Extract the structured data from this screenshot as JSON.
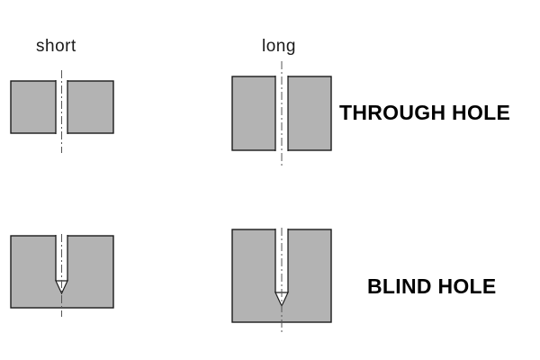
{
  "diagram": {
    "column_labels": {
      "short": "short",
      "long": "long"
    },
    "row_labels": {
      "through": "THROUGH HOLE",
      "blind": "BLIND HOLE"
    },
    "figures": [
      {
        "id": "short-through-hole",
        "column": "short",
        "row": "through",
        "hole_type": "through"
      },
      {
        "id": "long-through-hole",
        "column": "long",
        "row": "through",
        "hole_type": "through"
      },
      {
        "id": "short-blind-hole",
        "column": "short",
        "row": "blind",
        "hole_type": "blind"
      },
      {
        "id": "long-blind-hole",
        "column": "long",
        "row": "blind",
        "hole_type": "blind"
      }
    ]
  },
  "colors": {
    "block_fill": "#b3b3b3",
    "block_stroke": "#1a1a1a",
    "hole_fill": "#ffffff",
    "centerline": "#555555",
    "text": "#000000",
    "background": "#ffffff"
  }
}
